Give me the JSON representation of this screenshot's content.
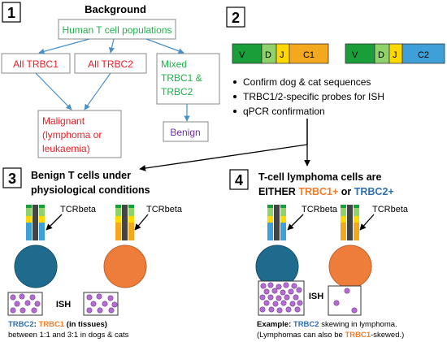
{
  "panel1": {
    "number": "1",
    "heading": "Background",
    "root": "Human T cell populations",
    "branch_a": "All TRBC1",
    "branch_b": "All TRBC2",
    "branch_c": [
      "Mixed",
      "TRBC1 &",
      "TRBC2"
    ],
    "malignant": [
      "Malignant",
      "(lymphoma or",
      "leukaemia)"
    ],
    "benign": "Benign"
  },
  "panel2": {
    "number": "2",
    "gene1": {
      "v": "V",
      "d": "D",
      "j": "J",
      "c": "C1"
    },
    "gene2": {
      "v": "V",
      "d": "D",
      "j": "J",
      "c": "C2"
    },
    "bullets": [
      "Confirm dog & cat sequences",
      "TRBC1/2-specific probes for ISH",
      "qPCR confirmation"
    ]
  },
  "panel3": {
    "number": "3",
    "title": [
      "Benign T cells under",
      "physiological conditions"
    ],
    "receptor_label_1": "TCRbeta",
    "receptor_label_2": "TCRbeta",
    "ish": "ISH",
    "caption_l1_a": "TRBC2",
    "caption_l1_b": ": ",
    "caption_l1_c": "TRBC1",
    "caption_l1_d": " (in tissues)",
    "caption_l2": "between 1:1 and 3:1 in dogs & cats"
  },
  "panel4": {
    "number": "4",
    "title_l1": "T-cell lymphoma cells are",
    "title_l2_a": "EITHER ",
    "title_l2_b": "TRBC1+",
    "title_l2_c": " or ",
    "title_l2_d": "TRBC2+",
    "receptor_label_1": "TCRbeta",
    "receptor_label_2": "TCRbeta",
    "ish": "ISH",
    "caption_l1_a": "Example: ",
    "caption_l1_b": "TRBC2",
    "caption_l1_c": " skewing in lymphoma.",
    "caption_l2_a": "(Lymphomas can also be ",
    "caption_l2_b": "TRBC1",
    "caption_l2_c": "-skewed.)"
  },
  "colors": {
    "green": "#22b14c",
    "red": "#ee1c25",
    "purple": "#7030a0",
    "arrow": "#4a90c8",
    "blue": "#2f6fb5",
    "orange": "#f07d2a",
    "teal_cell": "#1f6b8e",
    "orange_cell": "#ee7d3b",
    "gene_green": "#1a9e3a",
    "gene_lightgreen": "#8fd16a",
    "gene_yellow": "#ffd800",
    "gene_orange": "#f4a81d",
    "gene_blue": "#3f9fd8",
    "dot": "#b36cd0"
  }
}
